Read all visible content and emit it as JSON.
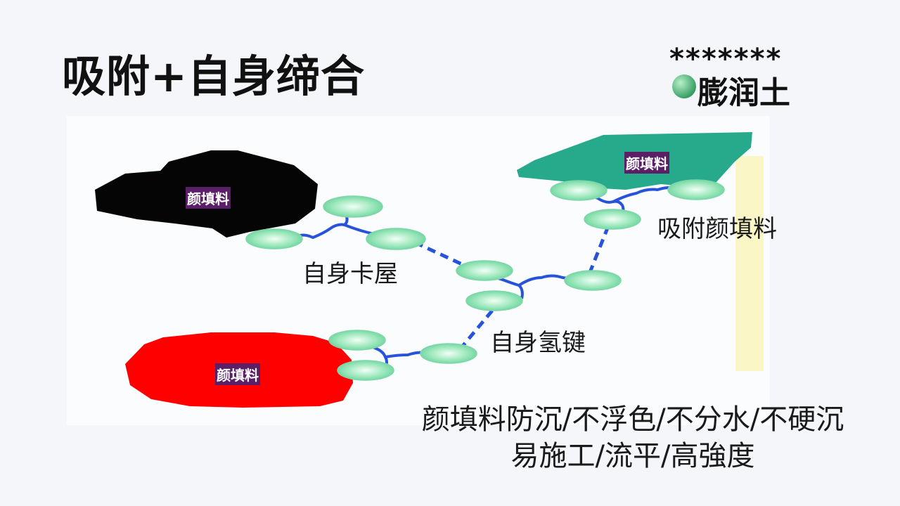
{
  "title": "吸附+自身缔合",
  "brand": {
    "stars": "*******",
    "name": "膨润土",
    "dot_color": "#3aa86b"
  },
  "pigments": [
    {
      "label": "颜填料",
      "color": "#000000"
    },
    {
      "label": "颜填料",
      "color": "#26a88a"
    },
    {
      "label": "颜填料",
      "color": "#ff0000"
    }
  ],
  "labels": {
    "self_card_house": "自身卡屋",
    "adsorb_pigment": "吸附颜填料",
    "self_hydrogen_bond": "自身氢键"
  },
  "caption": {
    "line1": "颜填料防沉/不浮色/不分水/不硬沉",
    "line2": "易施工/流平/高強度"
  },
  "colors": {
    "particle": "#9ee8bd",
    "bond": "#2653d9",
    "highlight": "#fbf6c6"
  }
}
